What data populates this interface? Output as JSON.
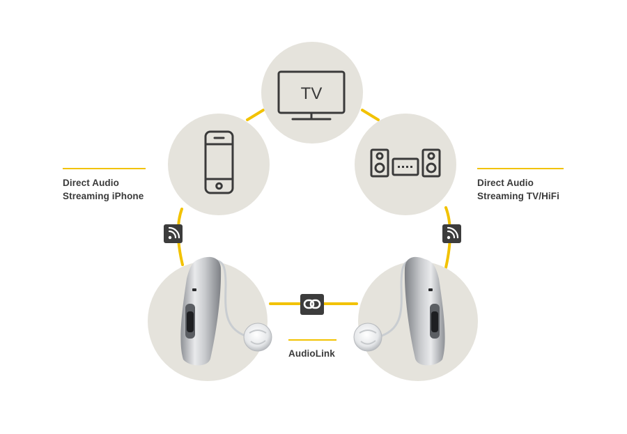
{
  "colors": {
    "accent": "#f2c200",
    "circle": "#e5e3dc",
    "icon_stroke": "#3a3a3a",
    "badge": "#3c3c3c",
    "text": "#3a3a3a"
  },
  "devices": {
    "tv": {
      "label": "TV",
      "icon": "tv-icon"
    },
    "phone": {
      "icon": "smartphone-icon"
    },
    "hifi": {
      "icon": "stereo-icon"
    }
  },
  "labels": {
    "left": {
      "line1": "Direct Audio",
      "line2": "Streaming iPhone"
    },
    "right": {
      "line1": "Direct Audio",
      "line2": "Streaming TV/HiFi"
    },
    "bottom": "AudioLink"
  },
  "badges": {
    "left": "wireless-stream-icon",
    "right": "wireless-stream-icon",
    "center": "link-icon"
  },
  "hearing_aids": {
    "left": "hearing-aid-left",
    "right": "hearing-aid-right"
  }
}
